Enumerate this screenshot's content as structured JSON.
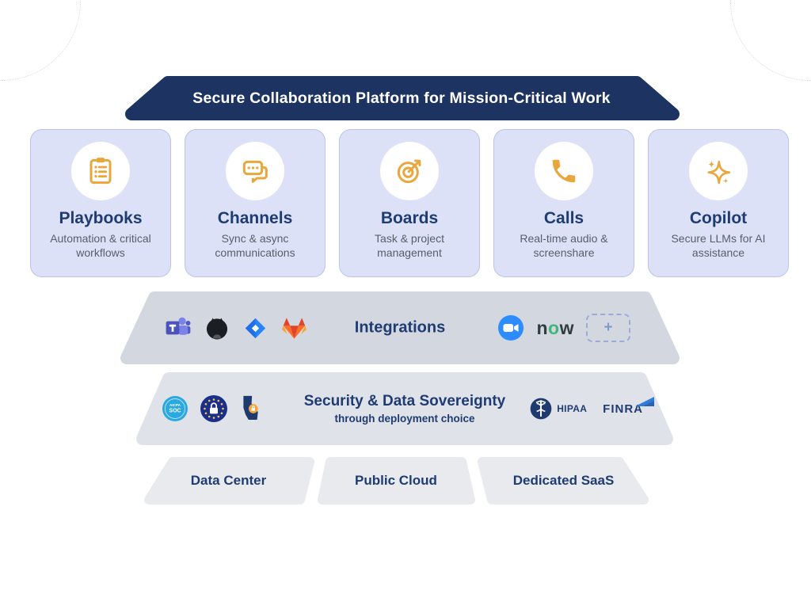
{
  "banner": {
    "title": "Secure Collaboration Platform for Mission-Critical Work"
  },
  "features": [
    {
      "name": "Playbooks",
      "description": "Automation & critical workflows",
      "icon": "clipboard-icon"
    },
    {
      "name": "Channels",
      "description": "Sync & async communications",
      "icon": "chat-bubbles-icon"
    },
    {
      "name": "Boards",
      "description": "Task & project management",
      "icon": "target-arrow-icon"
    },
    {
      "name": "Calls",
      "description": "Real-time audio & screenshare",
      "icon": "phone-icon"
    },
    {
      "name": "Copilot",
      "description": "Secure LLMs for AI assistance",
      "icon": "sparkles-icon"
    }
  ],
  "integrations": {
    "label": "Integrations",
    "logos_left": [
      "Microsoft Teams",
      "GitHub",
      "Jira",
      "GitLab"
    ],
    "logos_right": [
      "Zoom",
      "ServiceNow"
    ],
    "servicenow_letters": [
      "n",
      "o",
      "w"
    ],
    "add_label": "+"
  },
  "security": {
    "title": "Security & Data Sovereignty",
    "subtitle": "through deployment choice",
    "badges_left": [
      "AICPA SOC",
      "GDPR",
      "CCPA"
    ],
    "badges_right": [
      "HIPAA",
      "FINRA"
    ],
    "soc_line1": "AICPA",
    "soc_line2": "SOC",
    "hipaa_label": "HIPAA",
    "finra_label": "FINRA"
  },
  "deployment_options": [
    {
      "label": "Data Center"
    },
    {
      "label": "Public Cloud"
    },
    {
      "label": "Dedicated SaaS"
    }
  ],
  "colors": {
    "banner_bg": "#1d3463",
    "navy_text": "#1f3c72",
    "card_bg": "#dce1f7",
    "card_border": "#b9c3ee",
    "accent_gold": "#E9A63C",
    "integrations_band": "#d3d7e0",
    "security_band": "#e0e2e9",
    "deployment_bg": "#e8eaee",
    "subtitle_gray": "#595f68"
  }
}
